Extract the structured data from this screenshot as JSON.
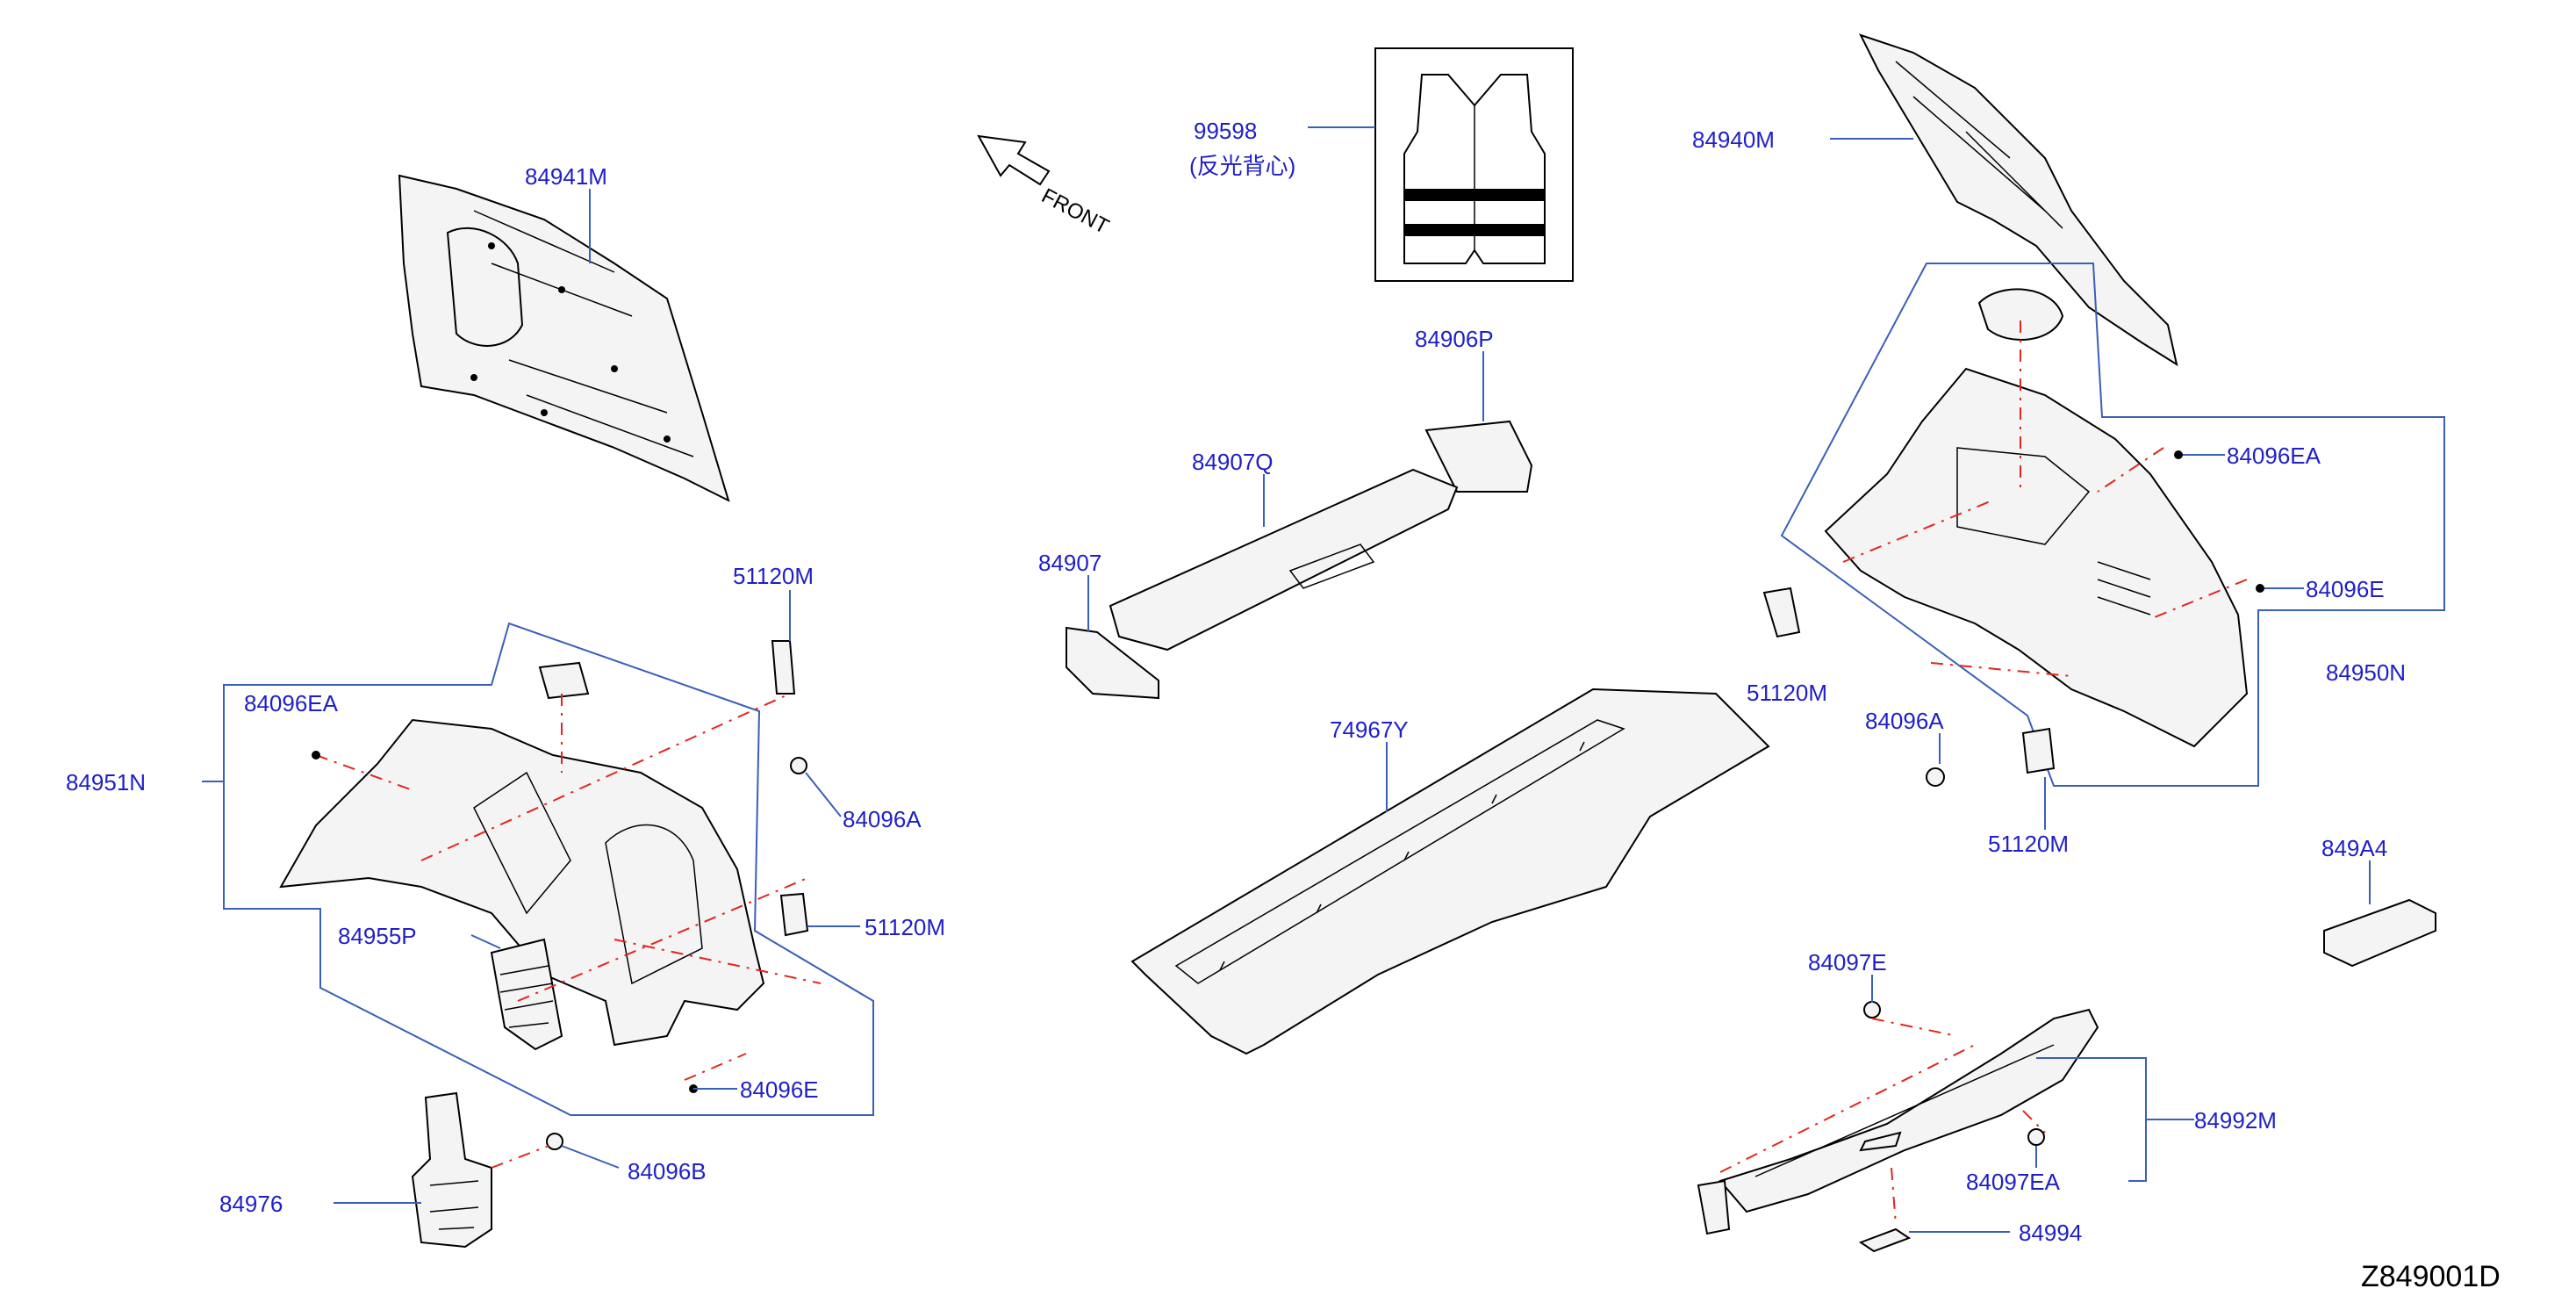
{
  "diagram_code": "Z849001D",
  "front_label": "FRONT",
  "colors": {
    "callout": "#1f1fc8",
    "leader": "#3a5fb8",
    "centerline": "#e3261d"
  },
  "parts": {
    "p84941M": "84941M",
    "p99598": "99598",
    "p99598_sub": "(反光背心)",
    "p84940M": "84940M",
    "p84906P": "84906P",
    "p84907Q": "84907Q",
    "p84907": "84907",
    "p84096EA_r": "84096EA",
    "p84096E_r": "84096E",
    "p84950N_r": "84950N",
    "p51120M_l_top": "51120M",
    "p84096EA_l": "84096EA",
    "p84951N": "84951N",
    "p84096A_l": "84096A",
    "p74967Y": "74967Y",
    "p51120M_r_mid": "51120M",
    "p84096A_r": "84096A",
    "p51120M_l_mid": "51120M",
    "p51120M_r_bot": "51120M",
    "p849A4": "849A4",
    "p84955P": "84955P",
    "p84097E": "84097E",
    "p84096E_l": "84096E",
    "p84992M": "84992M",
    "p84096B": "84096B",
    "p84976": "84976",
    "p84097EA": "84097EA",
    "p84994": "84994"
  }
}
